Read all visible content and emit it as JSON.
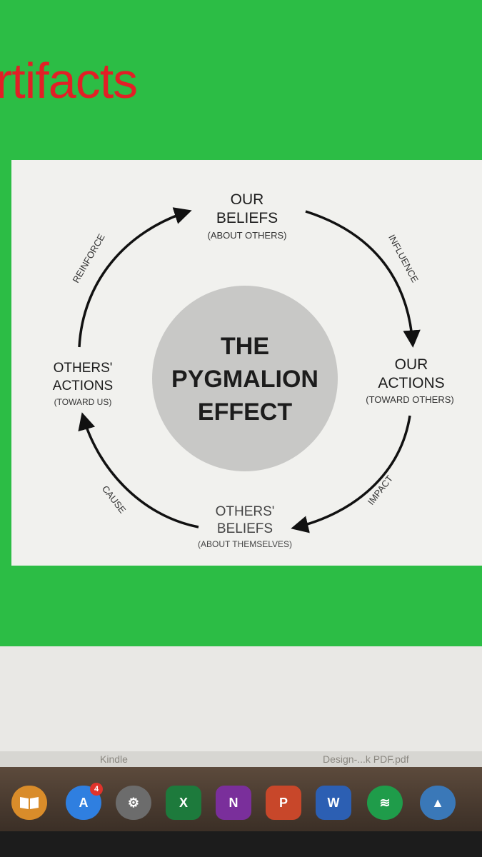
{
  "slide": {
    "title": "rtifacts",
    "title_color": "#e21f26",
    "background": "#2cbd45"
  },
  "diagram": {
    "center_title_lines": [
      "THE",
      "PYGMALION",
      "EFFECT"
    ],
    "nodes": {
      "our_beliefs": {
        "lines": [
          "OUR",
          "BELIEFS"
        ],
        "sub": "(ABOUT OTHERS)"
      },
      "our_actions": {
        "lines": [
          "OUR",
          "ACTIONS"
        ],
        "sub": "(TOWARD OTHERS)"
      },
      "others_beliefs": {
        "lines": [
          "OTHERS'",
          "BELIEFS"
        ],
        "sub": "(ABOUT THEMSELVES)"
      },
      "others_actions": {
        "lines": [
          "OTHERS'",
          "ACTIONS"
        ],
        "sub": "(TOWARD US)"
      }
    },
    "arrows": {
      "influence": "INFLUENCE",
      "impact": "IMPACT",
      "cause": "CAUSE",
      "reinforce": "REINFORCE"
    }
  },
  "dock": {
    "labels": [
      "Kindle",
      "Design-...k PDF.pdf"
    ],
    "icons": [
      {
        "name": "books",
        "glyph": "",
        "color": "#d98c2a"
      },
      {
        "name": "app-store",
        "glyph": "A",
        "color": "#2f7fe0",
        "badge": "4"
      },
      {
        "name": "system-preferences",
        "glyph": "⚙",
        "color": "#6c6c6c"
      },
      {
        "name": "excel",
        "glyph": "X",
        "color": "#1d7a3c"
      },
      {
        "name": "onenote",
        "glyph": "N",
        "color": "#7a2f9b"
      },
      {
        "name": "powerpoint",
        "glyph": "P",
        "color": "#c8472a"
      },
      {
        "name": "word",
        "glyph": "W",
        "color": "#2c5fb3"
      },
      {
        "name": "spotify",
        "glyph": "≋",
        "color": "#1f9c4a"
      },
      {
        "name": "sync-app",
        "glyph": "▲",
        "color": "#3a78b8"
      }
    ]
  }
}
